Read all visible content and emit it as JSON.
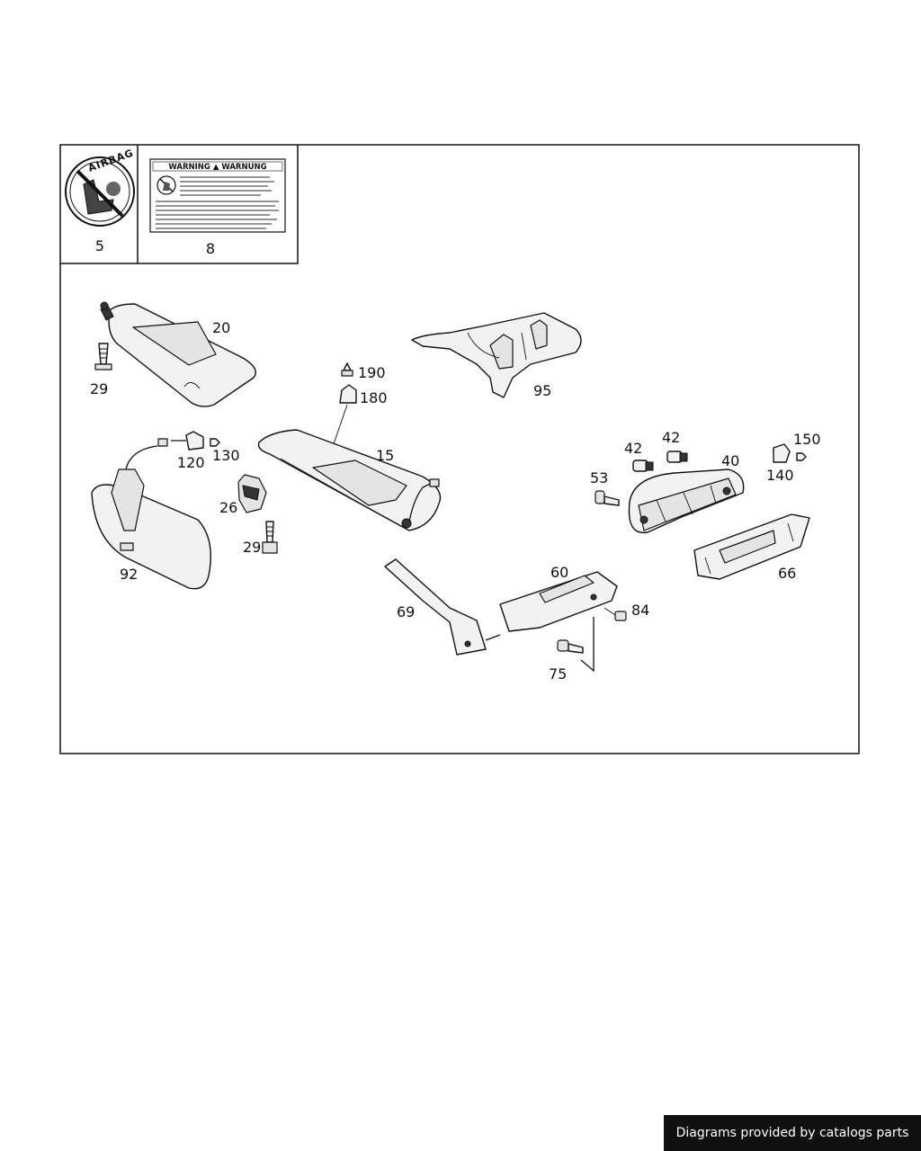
{
  "labels": {
    "p5": "5",
    "p8": "8",
    "p20": "20",
    "p29a": "29",
    "p95": "95",
    "p190": "190",
    "p180": "180",
    "p15": "15",
    "p120": "120",
    "p130": "130",
    "p26": "26",
    "p29b": "29",
    "p92": "92",
    "p42a": "42",
    "p42b": "42",
    "p150": "150",
    "p140": "140",
    "p40": "40",
    "p53": "53",
    "p60": "60",
    "p84": "84",
    "p69": "69",
    "p75": "75",
    "p66": "66"
  },
  "warning_label": {
    "title": "WARNING ▲ WARNUNG"
  },
  "airbag_label": {
    "text": "AIRBAG"
  },
  "footer": {
    "text": "Diagrams provided by catalogs parts"
  }
}
